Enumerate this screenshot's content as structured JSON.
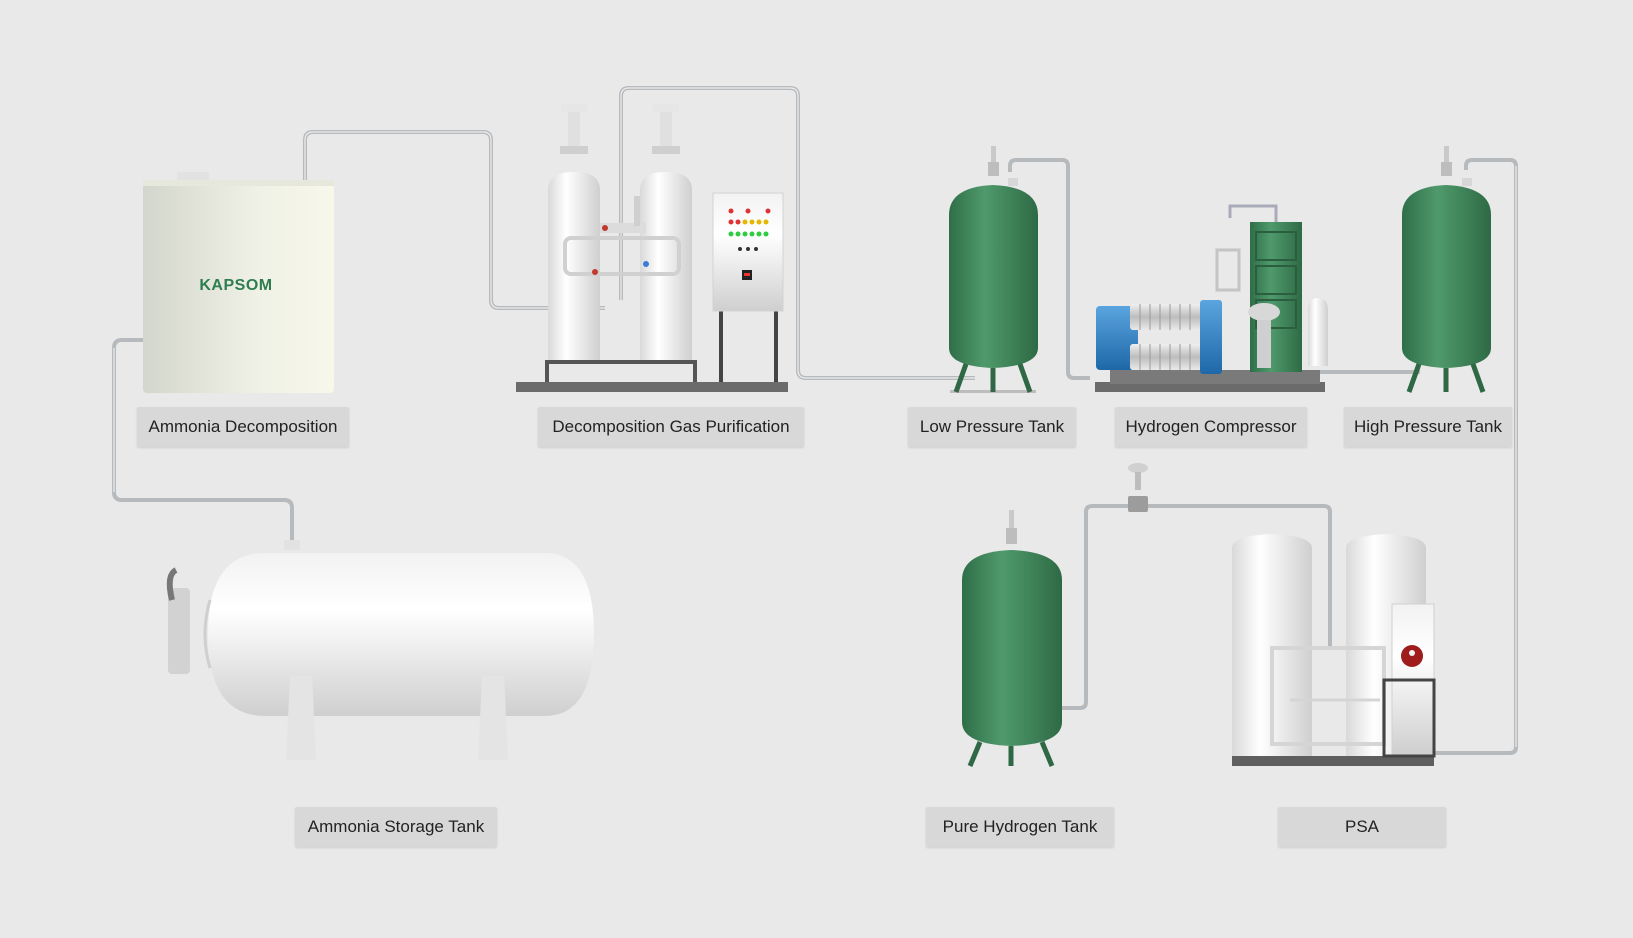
{
  "brand": {
    "logo_text": "KAPSOM",
    "logo_color": "#2e7d4f"
  },
  "colors": {
    "background": "#e9e9e9",
    "pipe": "#b9bcbf",
    "tank_green": "#3f8a5c",
    "tank_white": "#f4f4f4",
    "compressor_blue": "#2f7fc0",
    "label_bg": "#d8d8d8"
  },
  "equipment": {
    "ammonia_decomposition": {
      "label": "Ammonia Decomposition",
      "icon": "decomposition-tank-icon"
    },
    "decomposition_gas_purification": {
      "label": "Decomposition Gas Purification",
      "icon": "purification-columns-icon"
    },
    "low_pressure_tank": {
      "label": "Low Pressure Tank",
      "icon": "pressure-vessel-icon"
    },
    "hydrogen_compressor": {
      "label": "Hydrogen Compressor",
      "icon": "compressor-icon"
    },
    "high_pressure_tank": {
      "label": "High Pressure Tank",
      "icon": "pressure-vessel-icon"
    },
    "ammonia_storage_tank": {
      "label": "Ammonia Storage Tank",
      "icon": "horizontal-tank-icon"
    },
    "pure_hydrogen_tank": {
      "label": "Pure Hydrogen Tank",
      "icon": "pressure-vessel-icon"
    },
    "psa": {
      "label": "PSA",
      "icon": "psa-unit-icon"
    }
  }
}
